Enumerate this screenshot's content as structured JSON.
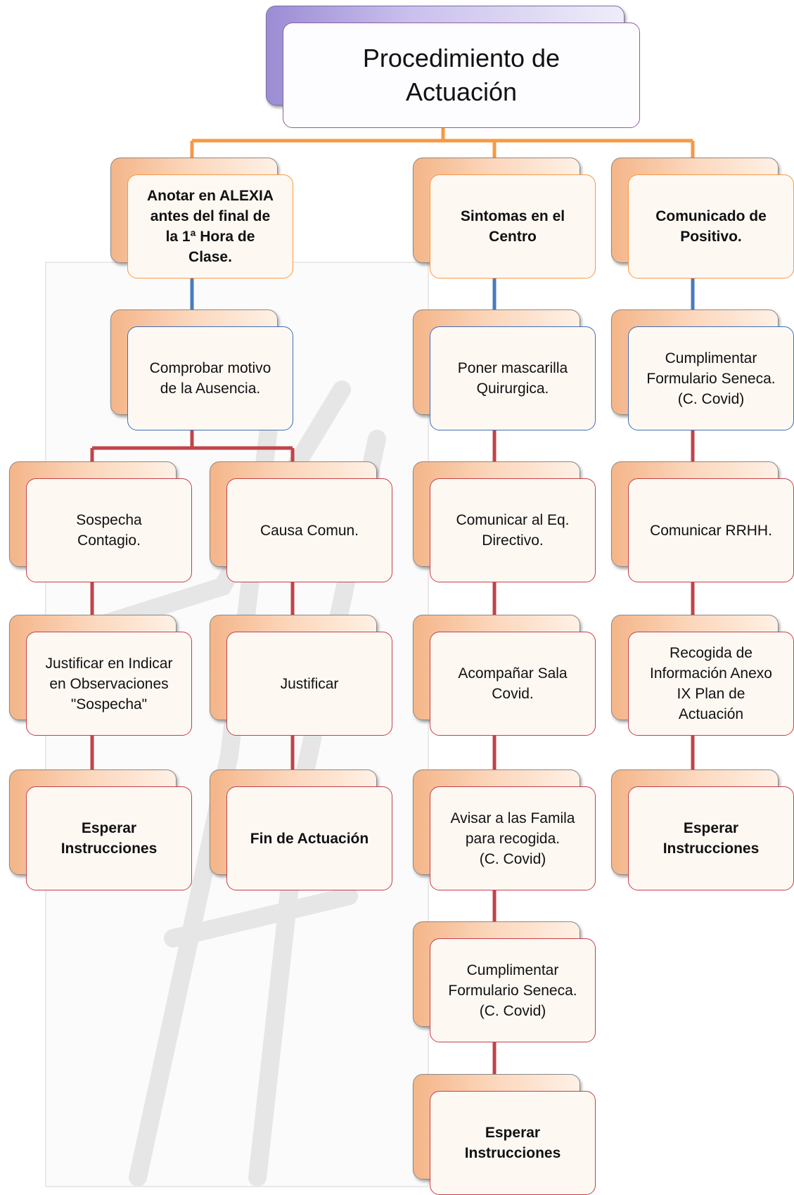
{
  "title": "Procedimiento de\nActuación",
  "branches": [
    {
      "header": "Anotar en ALEXIA\nantes del final de\nla 1ª Hora de\nClase.",
      "check": "Comprobar motivo\nde la Ausencia.",
      "sub_branches": [
        {
          "steps": [
            "Sospecha\nContagio.",
            "Justificar en Indicar\nen Observaciones\n\"Sospecha\"",
            "Esperar\nInstrucciones"
          ]
        },
        {
          "steps": [
            "Causa Comun.",
            "Justificar",
            "Fin de Actuación"
          ]
        }
      ]
    },
    {
      "header": "Sintomas en el\nCentro",
      "steps": [
        "Poner mascarilla\nQuirurgica.",
        "Comunicar al Eq.\nDirectivo.",
        "Acompañar Sala\nCovid.",
        "Avisar a las Famila\npara recogida.\n(C. Covid)",
        "Cumplimentar\nFormulario Seneca.\n(C. Covid)",
        "Esperar\nInstrucciones"
      ]
    },
    {
      "header": "Comunicado de\nPositivo.",
      "steps": [
        "Cumplimentar\nFormulario Seneca.\n(C. Covid)",
        "Comunicar RRHH.",
        "Recogida de\nInformación Anexo\nIX Plan de\nActuación",
        "Esperar\nInstrucciones"
      ]
    }
  ],
  "colors": {
    "orange_line": "#f59a45",
    "blue_line": "#4a7bbf",
    "red_line": "#c0444a",
    "title_border": "#8e5ea2"
  }
}
